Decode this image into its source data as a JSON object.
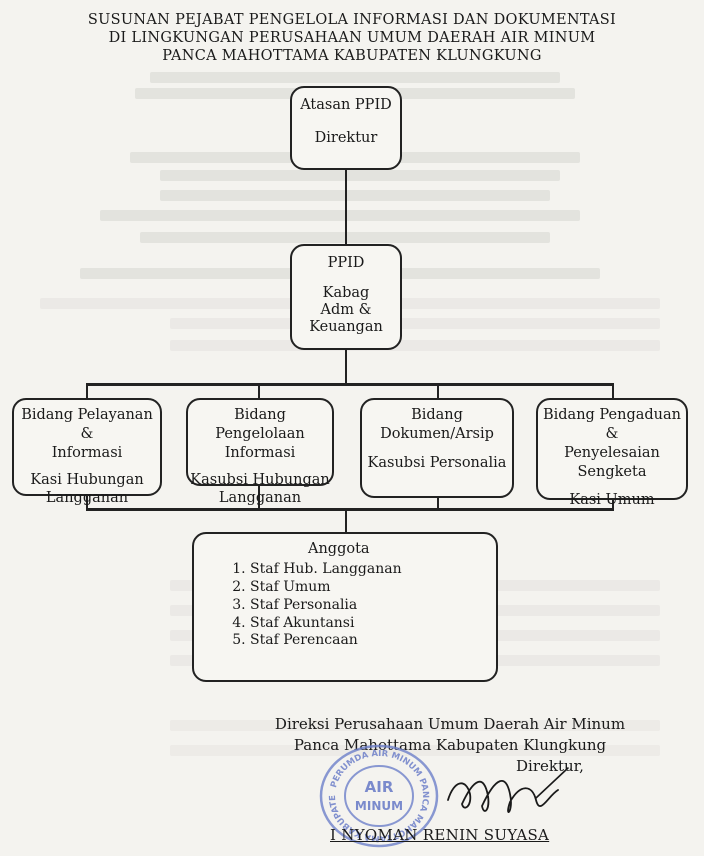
{
  "title": {
    "line1": "SUSUNAN PEJABAT PENGELOLA INFORMASI DAN DOKUMENTASI",
    "line2": "DI LINGKUNGAN PERUSAHAAN UMUM DAERAH AIR MINUM",
    "line3": "PANCA MAHOTTAMA KABUPATEN KLUNGKUNG"
  },
  "org": {
    "atasan": {
      "role": "Atasan PPID",
      "name": "Direktur"
    },
    "ppid": {
      "role": "PPID",
      "name": "Kabag\nAdm &\nKeuangan"
    },
    "bidang": [
      {
        "title": "Bidang Pelayanan &\nInformasi",
        "officer": "Kasi Hubungan\nLangganan"
      },
      {
        "title": "Bidang Pengelolaan\nInformasi",
        "officer": "Kasubsi Hubungan\nLangganan"
      },
      {
        "title": "Bidang\nDokumen/Arsip",
        "officer": "Kasubsi Personalia"
      },
      {
        "title": "Bidang Pengaduan &\nPenyelesaian\nSengketa",
        "officer": "Kasi Umum"
      }
    ],
    "anggota": {
      "heading": "Anggota",
      "items": [
        "Staf Hub. Langganan",
        "Staf Umum",
        "Staf Personalia",
        "Staf Akuntansi",
        "Staf Perencaan"
      ]
    }
  },
  "signature": {
    "line1": "Direksi Perusahaan Umum Daerah Air Minum",
    "line2": "Panca Mahottama Kabupaten Klungkung",
    "line3": "Direktur,",
    "name": "I NYOMAN RENIN SUYASA"
  },
  "stamp": {
    "ring_text": "PERUMDA AIR MINUM PANCA MAHOTTAMA KABUPATEN KLUNGKUNG",
    "center_top": "AIR",
    "center_bottom": "MINUM"
  },
  "colors": {
    "ink": "#1a1a1a",
    "stamp": "#6d7fc9",
    "paper": "#f4f3ef"
  }
}
